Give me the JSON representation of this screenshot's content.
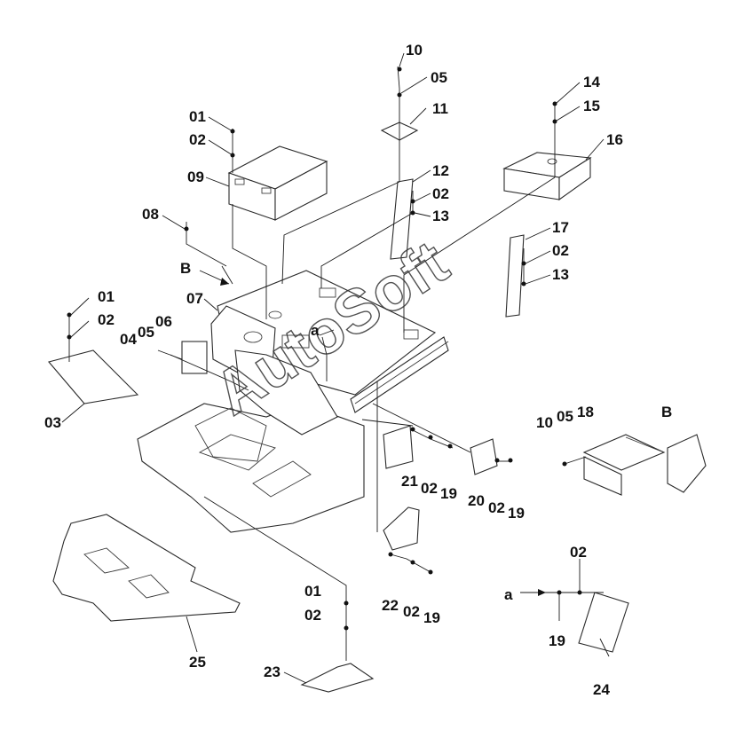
{
  "callouts": [
    {
      "id": "c1",
      "text": "10"
    },
    {
      "id": "c2",
      "text": "05"
    },
    {
      "id": "c3",
      "text": "11"
    },
    {
      "id": "c4",
      "text": "14"
    },
    {
      "id": "c5",
      "text": "15"
    },
    {
      "id": "c6",
      "text": "16"
    },
    {
      "id": "c7",
      "text": "01"
    },
    {
      "id": "c8",
      "text": "02"
    },
    {
      "id": "c9",
      "text": "09"
    },
    {
      "id": "c10",
      "text": "12"
    },
    {
      "id": "c11",
      "text": "02"
    },
    {
      "id": "c12",
      "text": "13"
    },
    {
      "id": "c13",
      "text": "08"
    },
    {
      "id": "c14",
      "text": "17"
    },
    {
      "id": "c15",
      "text": "02"
    },
    {
      "id": "c16",
      "text": "13"
    },
    {
      "id": "c17",
      "text": "B"
    },
    {
      "id": "c18",
      "text": "07"
    },
    {
      "id": "c19",
      "text": "01"
    },
    {
      "id": "c20",
      "text": "02"
    },
    {
      "id": "c21",
      "text": "04"
    },
    {
      "id": "c22",
      "text": "05"
    },
    {
      "id": "c23",
      "text": "06"
    },
    {
      "id": "c24",
      "text": "a"
    },
    {
      "id": "c25",
      "text": "03"
    },
    {
      "id": "c26",
      "text": "B"
    },
    {
      "id": "c27",
      "text": "10"
    },
    {
      "id": "c28",
      "text": "05"
    },
    {
      "id": "c29",
      "text": "18"
    },
    {
      "id": "c30",
      "text": "21"
    },
    {
      "id": "c31",
      "text": "02"
    },
    {
      "id": "c32",
      "text": "19"
    },
    {
      "id": "c33",
      "text": "20"
    },
    {
      "id": "c34",
      "text": "02"
    },
    {
      "id": "c35",
      "text": "19"
    },
    {
      "id": "c36",
      "text": "02"
    },
    {
      "id": "c37",
      "text": "a"
    },
    {
      "id": "c38",
      "text": "19"
    },
    {
      "id": "c39",
      "text": "24"
    },
    {
      "id": "c40",
      "text": "01"
    },
    {
      "id": "c41",
      "text": "02"
    },
    {
      "id": "c42",
      "text": "22"
    },
    {
      "id": "c43",
      "text": "02"
    },
    {
      "id": "c44",
      "text": "19"
    },
    {
      "id": "c45",
      "text": "25"
    },
    {
      "id": "c46",
      "text": "23"
    }
  ],
  "watermark": "AutoSoft"
}
